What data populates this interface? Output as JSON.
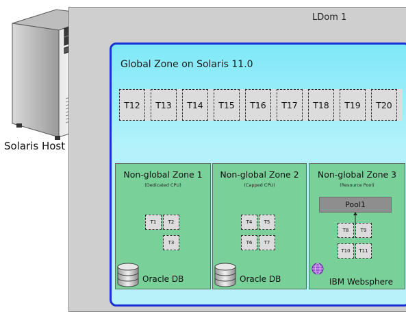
{
  "ldom": {
    "title": "LDom 1"
  },
  "global_zone": {
    "title": "Global Zone on Solaris 11.0",
    "threads": [
      "T12",
      "T13",
      "T14",
      "T15",
      "T16",
      "T17",
      "T18",
      "T19",
      "T20"
    ]
  },
  "host": {
    "label": "Solaris Host"
  },
  "zones": [
    {
      "name": "Non-global Zone 1",
      "subtitle": "(Dedicated CPU)",
      "threads": [
        "T1",
        "T2",
        "T3"
      ],
      "app": "Oracle DB",
      "app_icon": "database-icon"
    },
    {
      "name": "Non-global Zone 2",
      "subtitle": "(Capped CPU)",
      "threads": [
        "T4",
        "T5",
        "T6",
        "T7"
      ],
      "app": "Oracle DB",
      "app_icon": "database-icon"
    },
    {
      "name": "Non-global Zone 3",
      "subtitle": "(Resource Pool)",
      "pool": "Pool1",
      "threads": [
        "T8",
        "T9",
        "T10",
        "T11"
      ],
      "app": "IBM Websphere",
      "app_icon": "globe-icon"
    }
  ],
  "colors": {
    "ldom_fill": "#cfcfcf",
    "global_zone_border": "#1a2fd6",
    "global_zone_fill": "#9eeef9",
    "zone_fill": "#79d099",
    "thread_fill": "#dcdcdc",
    "pool_fill": "#8e8e8e"
  }
}
